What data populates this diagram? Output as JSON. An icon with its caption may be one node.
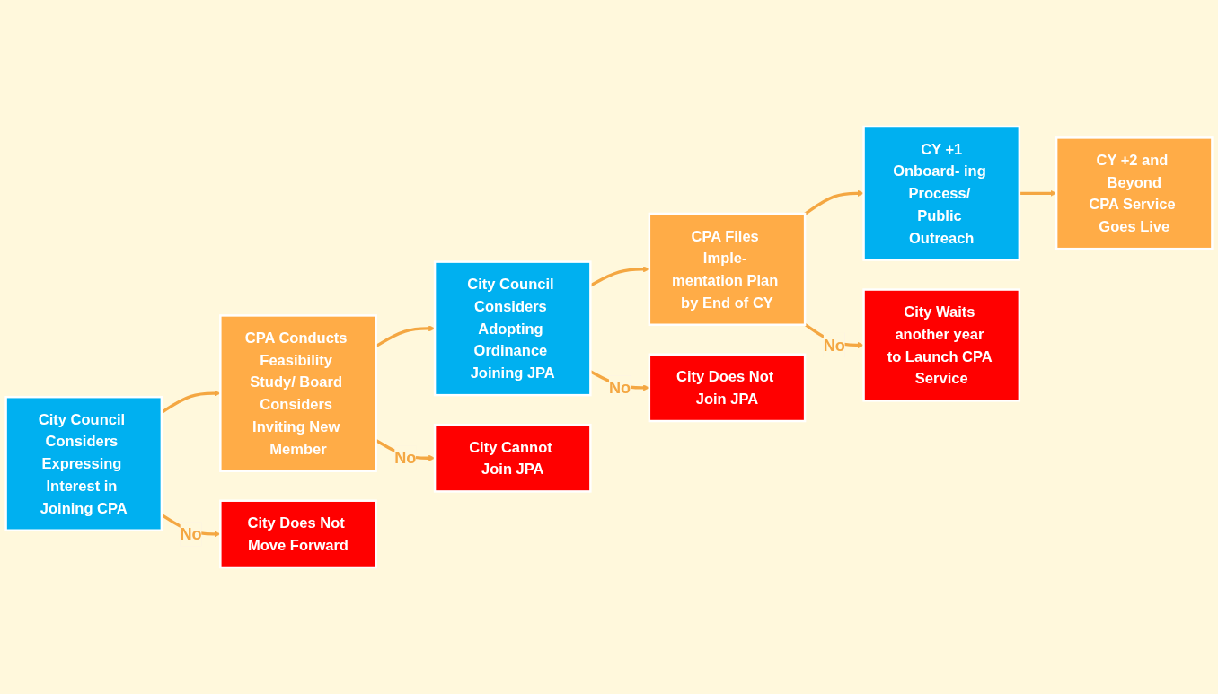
{
  "diagram": {
    "nodes": [
      {
        "text": [
          "City Council Considers Expressing Interest in Joining CPA"
        ]
      },
      {
        "text": [
          "CPA Conducts Feasibility Study/ Board Considers Inviting New Member"
        ]
      },
      {
        "text": [
          "City Council Considers Adopting Ordinance Joining JPA"
        ]
      },
      {
        "text": [
          "CPA Files Imple- mentation Plan by End of CY"
        ]
      },
      {
        "text": [
          "CY +1",
          "Onboard- ing Process/ Public Outreach"
        ]
      },
      {
        "text": [
          "CY +2 and Beyond",
          "CPA Service Goes Live"
        ]
      },
      {
        "text": [
          "City Does Not Move Forward"
        ]
      },
      {
        "text": [
          "City Cannot Join JPA"
        ]
      },
      {
        "text": [
          "City Does Not Join JPA"
        ]
      },
      {
        "text": [
          "City Waits another year to Launch CPA Service"
        ]
      }
    ],
    "edges": [
      {
        "from": 0,
        "to": 1,
        "arrow": "to"
      },
      {
        "from": 1,
        "to": 2,
        "arrow": "to"
      },
      {
        "from": 2,
        "to": 3,
        "arrow": "to"
      },
      {
        "from": 3,
        "to": 4,
        "arrow": "to"
      },
      {
        "from": 4,
        "to": 5,
        "arrow": "to"
      },
      {
        "from": 0,
        "to": 6,
        "label": "No",
        "arrow": "to"
      },
      {
        "from": 1,
        "to": 7,
        "label": "No",
        "arrow": "to"
      },
      {
        "from": 2,
        "to": 8,
        "label": "No",
        "arrow": "to"
      },
      {
        "from": 3,
        "to": 9,
        "label": "No",
        "arrow": "to"
      }
    ]
  }
}
